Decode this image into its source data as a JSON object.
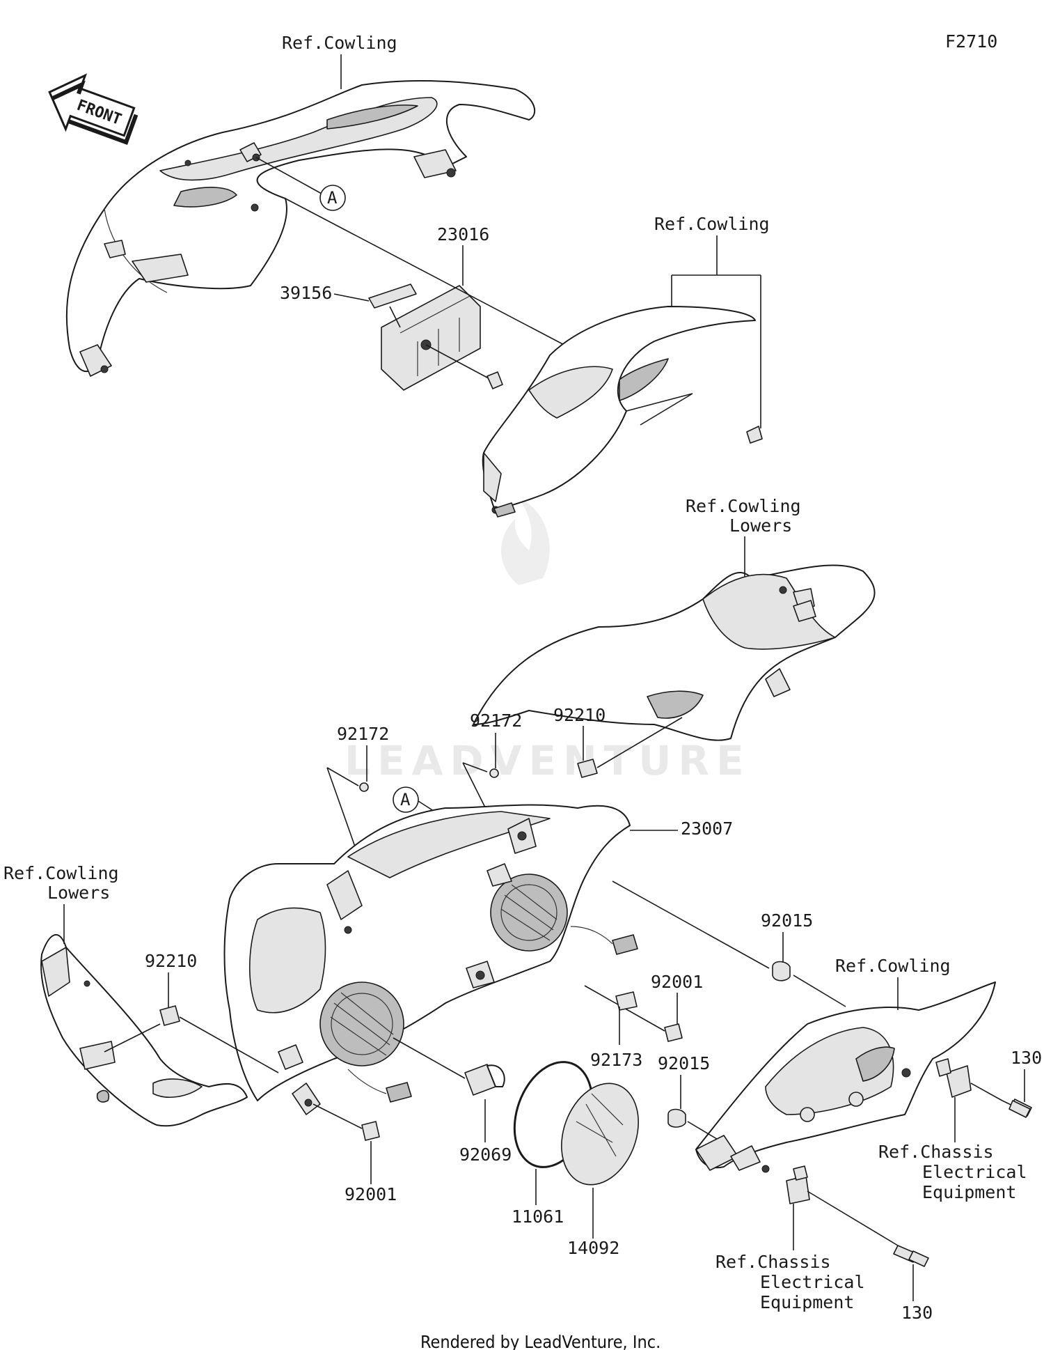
{
  "diagram_code": "F2710",
  "front_label": "FRONT",
  "callout_marker": "A",
  "watermark": "LEADVENTURE",
  "footer": "Rendered by LeadVenture, Inc.",
  "labels": {
    "ref_cowling_top": "Ref.Cowling",
    "ref_cowling_mid": "Ref.Cowling",
    "ref_cowling_lowers_right_1": "Ref.Cowling",
    "ref_cowling_lowers_right_2": "Lowers",
    "ref_cowling_lowers_left_1": "Ref.Cowling",
    "ref_cowling_lowers_left_2": "Lowers",
    "ref_cowling_right": "Ref.Cowling",
    "ref_chassis_a_1": "Ref.Chassis",
    "ref_chassis_a_2": "Electrical",
    "ref_chassis_a_3": "Equipment",
    "ref_chassis_b_1": "Ref.Chassis",
    "ref_chassis_b_2": "Electrical",
    "ref_chassis_b_3": "Equipment"
  },
  "parts": {
    "p23016": "23016",
    "p39156": "39156",
    "p92172_a": "92172",
    "p92172_b": "92172",
    "p92210_a": "92210",
    "p92210_b": "92210",
    "p23007": "23007",
    "p92015_a": "92015",
    "p92015_b": "92015",
    "p92001_a": "92001",
    "p92001_b": "92001",
    "p92173": "92173",
    "p92069": "92069",
    "p11061": "11061",
    "p14092": "14092",
    "p130_a": "130",
    "p130_b": "130"
  }
}
